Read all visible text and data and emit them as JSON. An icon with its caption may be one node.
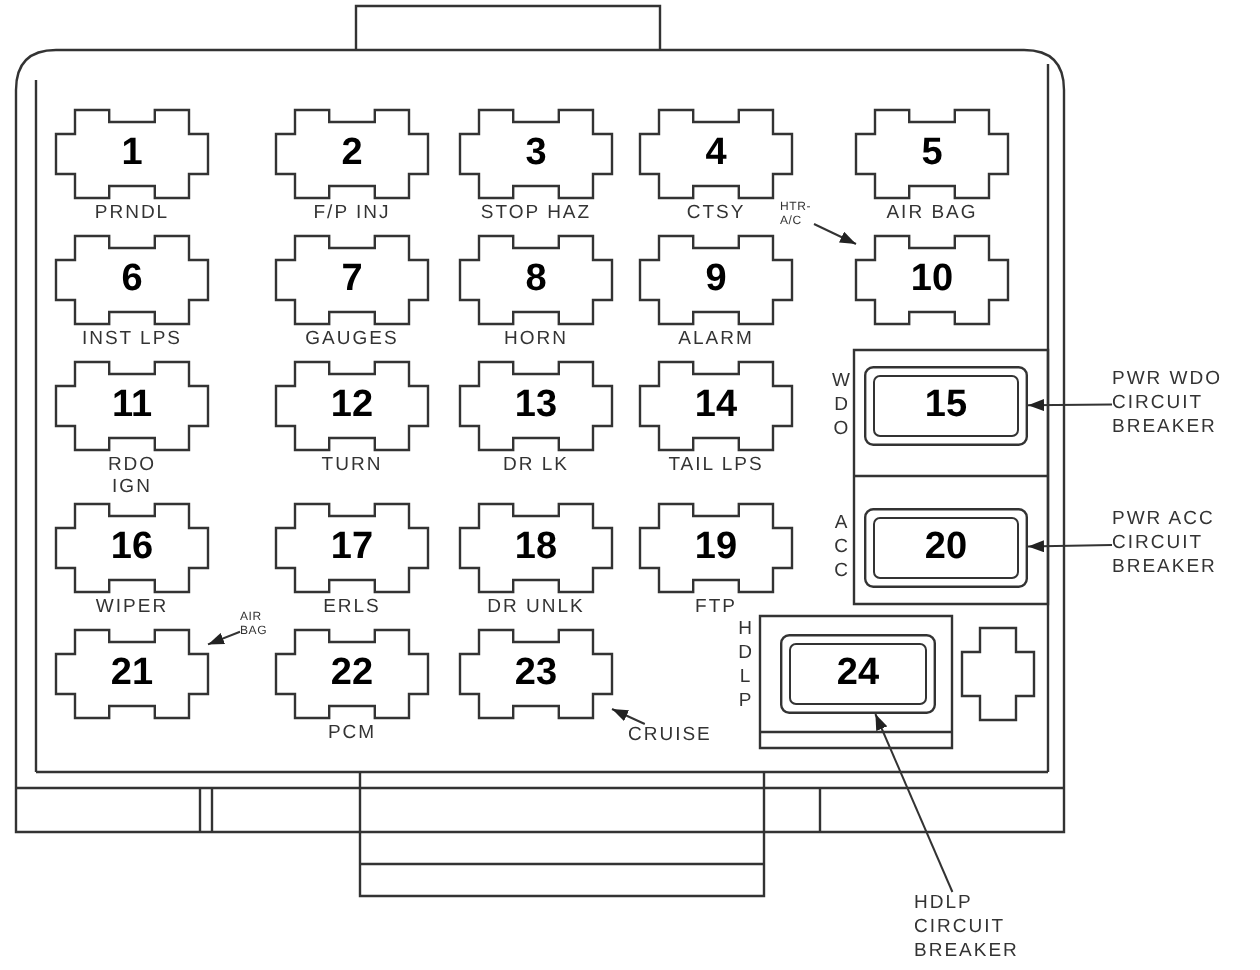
{
  "diagram": {
    "nodes": [
      {
        "text": [
          "1"
        ],
        "beside": [
          "PRNDL"
        ]
      },
      {
        "text": [
          "2"
        ],
        "beside": [
          "F/P INJ"
        ]
      },
      {
        "text": [
          "3"
        ],
        "beside": [
          "STOP HAZ"
        ]
      },
      {
        "text": [
          "4"
        ],
        "beside": [
          "CTSY"
        ]
      },
      {
        "text": [
          "5"
        ],
        "beside": [
          "AIR BAG"
        ]
      },
      {
        "text": [
          "6"
        ],
        "beside": [
          "INST LPS"
        ]
      },
      {
        "text": [
          "7"
        ],
        "beside": [
          "GAUGES"
        ]
      },
      {
        "text": [
          "8"
        ],
        "beside": [
          "HORN"
        ]
      },
      {
        "text": [
          "9"
        ],
        "beside": [
          "ALARM"
        ]
      },
      {
        "text": [
          "10"
        ]
      },
      {
        "text": [
          "11"
        ],
        "beside": [
          "RDO IGN"
        ]
      },
      {
        "text": [
          "12"
        ],
        "beside": [
          "TURN"
        ]
      },
      {
        "text": [
          "13"
        ],
        "beside": [
          "DR LK"
        ]
      },
      {
        "text": [
          "14"
        ],
        "beside": [
          "TAIL LPS"
        ]
      },
      {
        "text": [
          "15"
        ],
        "beside": [
          "WDO"
        ]
      },
      {
        "text": [
          "16"
        ],
        "beside": [
          "WIPER"
        ]
      },
      {
        "text": [
          "17"
        ],
        "beside": [
          "ERLS"
        ]
      },
      {
        "text": [
          "18"
        ],
        "beside": [
          "DR UNLK"
        ]
      },
      {
        "text": [
          "19"
        ],
        "beside": [
          "FTP"
        ]
      },
      {
        "text": [
          "20"
        ],
        "beside": [
          "ACC"
        ]
      },
      {
        "text": [
          "21"
        ]
      },
      {
        "text": [
          "22"
        ],
        "beside": [
          "PCM"
        ]
      },
      {
        "text": [
          "23"
        ]
      },
      {
        "text": [
          "24"
        ],
        "beside": [
          "HDLP"
        ]
      },
      {
        "text": [
          "HTR-A/C"
        ]
      },
      {
        "text": [
          "AIR BAG"
        ]
      },
      {
        "text": [
          "CRUISE"
        ]
      },
      {
        "text": [
          "PWR WDO CIRCUIT BREAKER"
        ]
      },
      {
        "text": [
          "PWR ACC CIRCUIT BREAKER"
        ]
      },
      {
        "text": [
          "HDLP CIRCUIT BREAKER"
        ]
      }
    ],
    "edges": [
      {
        "from": 24,
        "to": 9,
        "arrow": "to"
      },
      {
        "from": 25,
        "to": 20,
        "arrow": "to"
      },
      {
        "from": 26,
        "to": 22,
        "arrow": "to"
      },
      {
        "from": 27,
        "to": 14,
        "arrow": "to"
      },
      {
        "from": 28,
        "to": 19,
        "arrow": "to"
      },
      {
        "from": 29,
        "to": 23,
        "arrow": "to"
      }
    ]
  }
}
